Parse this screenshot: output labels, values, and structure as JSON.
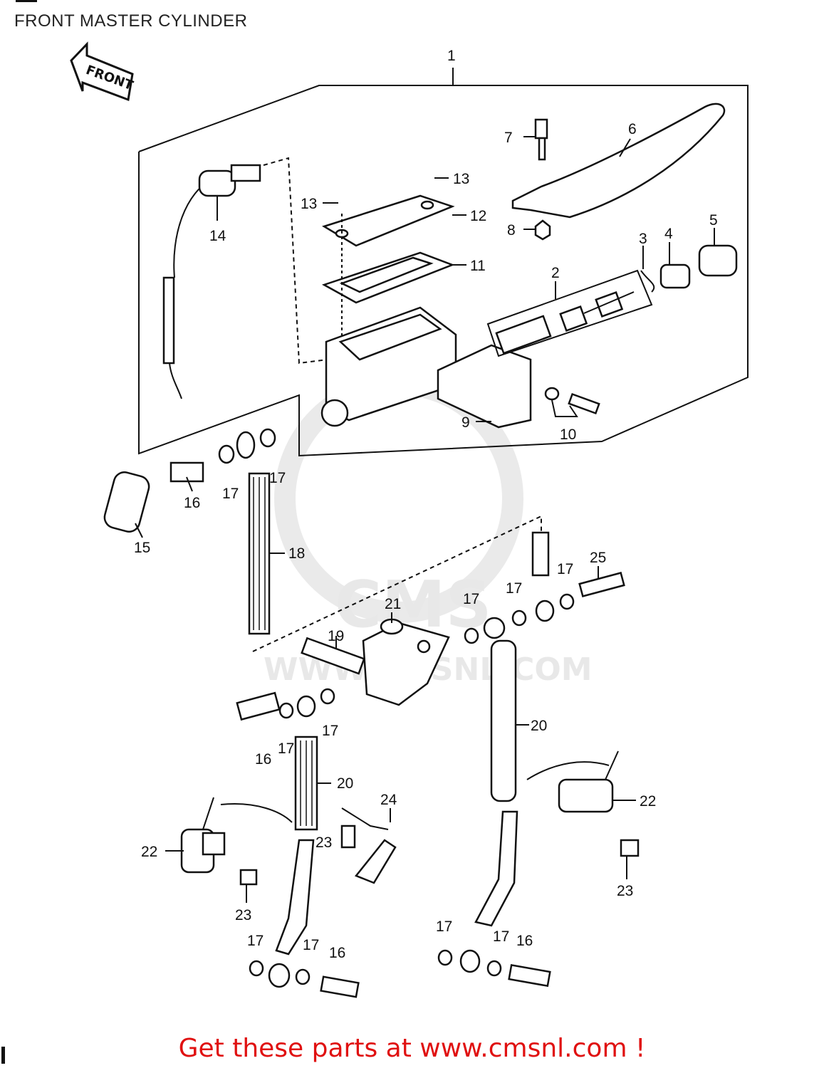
{
  "title": "FRONT MASTER CYLINDER",
  "front_arrow_label": "FRONT",
  "watermark": {
    "logo_text": "CMS",
    "url_text": "WWW.CMSNL.COM"
  },
  "callouts": [
    {
      "id": "c1",
      "text": "1"
    },
    {
      "id": "c2",
      "text": "2"
    },
    {
      "id": "c3",
      "text": "3"
    },
    {
      "id": "c4",
      "text": "4"
    },
    {
      "id": "c5",
      "text": "5"
    },
    {
      "id": "c6",
      "text": "6"
    },
    {
      "id": "c7",
      "text": "7"
    },
    {
      "id": "c8",
      "text": "8"
    },
    {
      "id": "c9",
      "text": "9"
    },
    {
      "id": "c10",
      "text": "10"
    },
    {
      "id": "c11",
      "text": "11"
    },
    {
      "id": "c12",
      "text": "12"
    },
    {
      "id": "c13a",
      "text": "13"
    },
    {
      "id": "c13b",
      "text": "13"
    },
    {
      "id": "c14",
      "text": "14"
    },
    {
      "id": "c15",
      "text": "15"
    },
    {
      "id": "c16a",
      "text": "16"
    },
    {
      "id": "c16b",
      "text": "16"
    },
    {
      "id": "c16c",
      "text": "16"
    },
    {
      "id": "c16d",
      "text": "16"
    },
    {
      "id": "c17a",
      "text": "17"
    },
    {
      "id": "c17b",
      "text": "17"
    },
    {
      "id": "c17c",
      "text": "17"
    },
    {
      "id": "c17d",
      "text": "17"
    },
    {
      "id": "c17e",
      "text": "17"
    },
    {
      "id": "c17f",
      "text": "17"
    },
    {
      "id": "c17g",
      "text": "17"
    },
    {
      "id": "c17h",
      "text": "17"
    },
    {
      "id": "c17i",
      "text": "17"
    },
    {
      "id": "c17j",
      "text": "17"
    },
    {
      "id": "c17k",
      "text": "17"
    },
    {
      "id": "c17l",
      "text": "17"
    },
    {
      "id": "c18",
      "text": "18"
    },
    {
      "id": "c19",
      "text": "19"
    },
    {
      "id": "c20a",
      "text": "20"
    },
    {
      "id": "c20b",
      "text": "20"
    },
    {
      "id": "c21",
      "text": "21"
    },
    {
      "id": "c22a",
      "text": "22"
    },
    {
      "id": "c22b",
      "text": "22"
    },
    {
      "id": "c23a",
      "text": "23"
    },
    {
      "id": "c23b",
      "text": "23"
    },
    {
      "id": "c23c",
      "text": "23"
    },
    {
      "id": "c24",
      "text": "24"
    },
    {
      "id": "c25",
      "text": "25"
    }
  ],
  "footer": "Get these parts at www.cmsnl.com !"
}
